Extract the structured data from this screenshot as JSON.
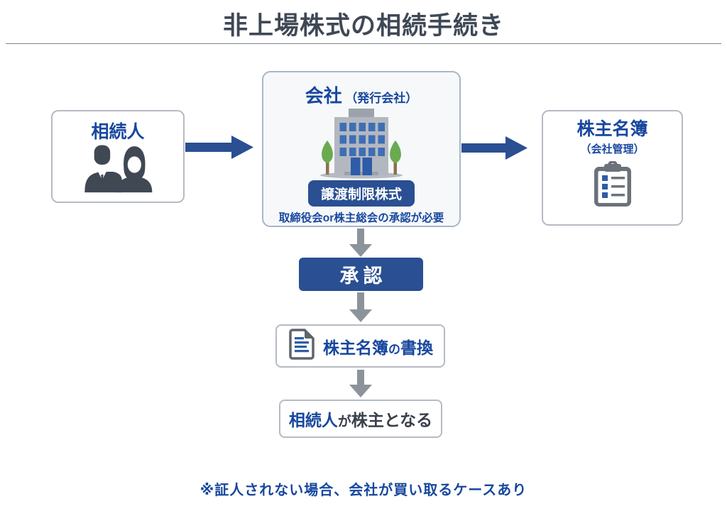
{
  "title": "非上場株式の相続手続き",
  "heir_box": {
    "label": "相続人",
    "icon": "two-persons-icon"
  },
  "company_box": {
    "title_main": "会社",
    "title_sub": "（発行会社）",
    "badge_label": "譲渡制限株式",
    "note": "取締役会or株主総会の承認が必要",
    "icon": "office-building-icon"
  },
  "register_box": {
    "title": "株主名簿",
    "subtitle": "（会社管理）",
    "icon": "clipboard-list-icon"
  },
  "flow": {
    "approval_label": "承認",
    "rewrite_main": "株主名簿",
    "rewrite_particle": "の",
    "rewrite_tail": "書換",
    "result_subject": "相続人",
    "result_particle": "が",
    "result_tail": "株主となる"
  },
  "footnote": "※証人されない場合、会社が買い取るケースあり",
  "colors": {
    "accent_blue": "#17479e",
    "deep_blue": "#2a4f92",
    "arrow_gray": "#8d939b",
    "title_gray": "#3f4855"
  }
}
